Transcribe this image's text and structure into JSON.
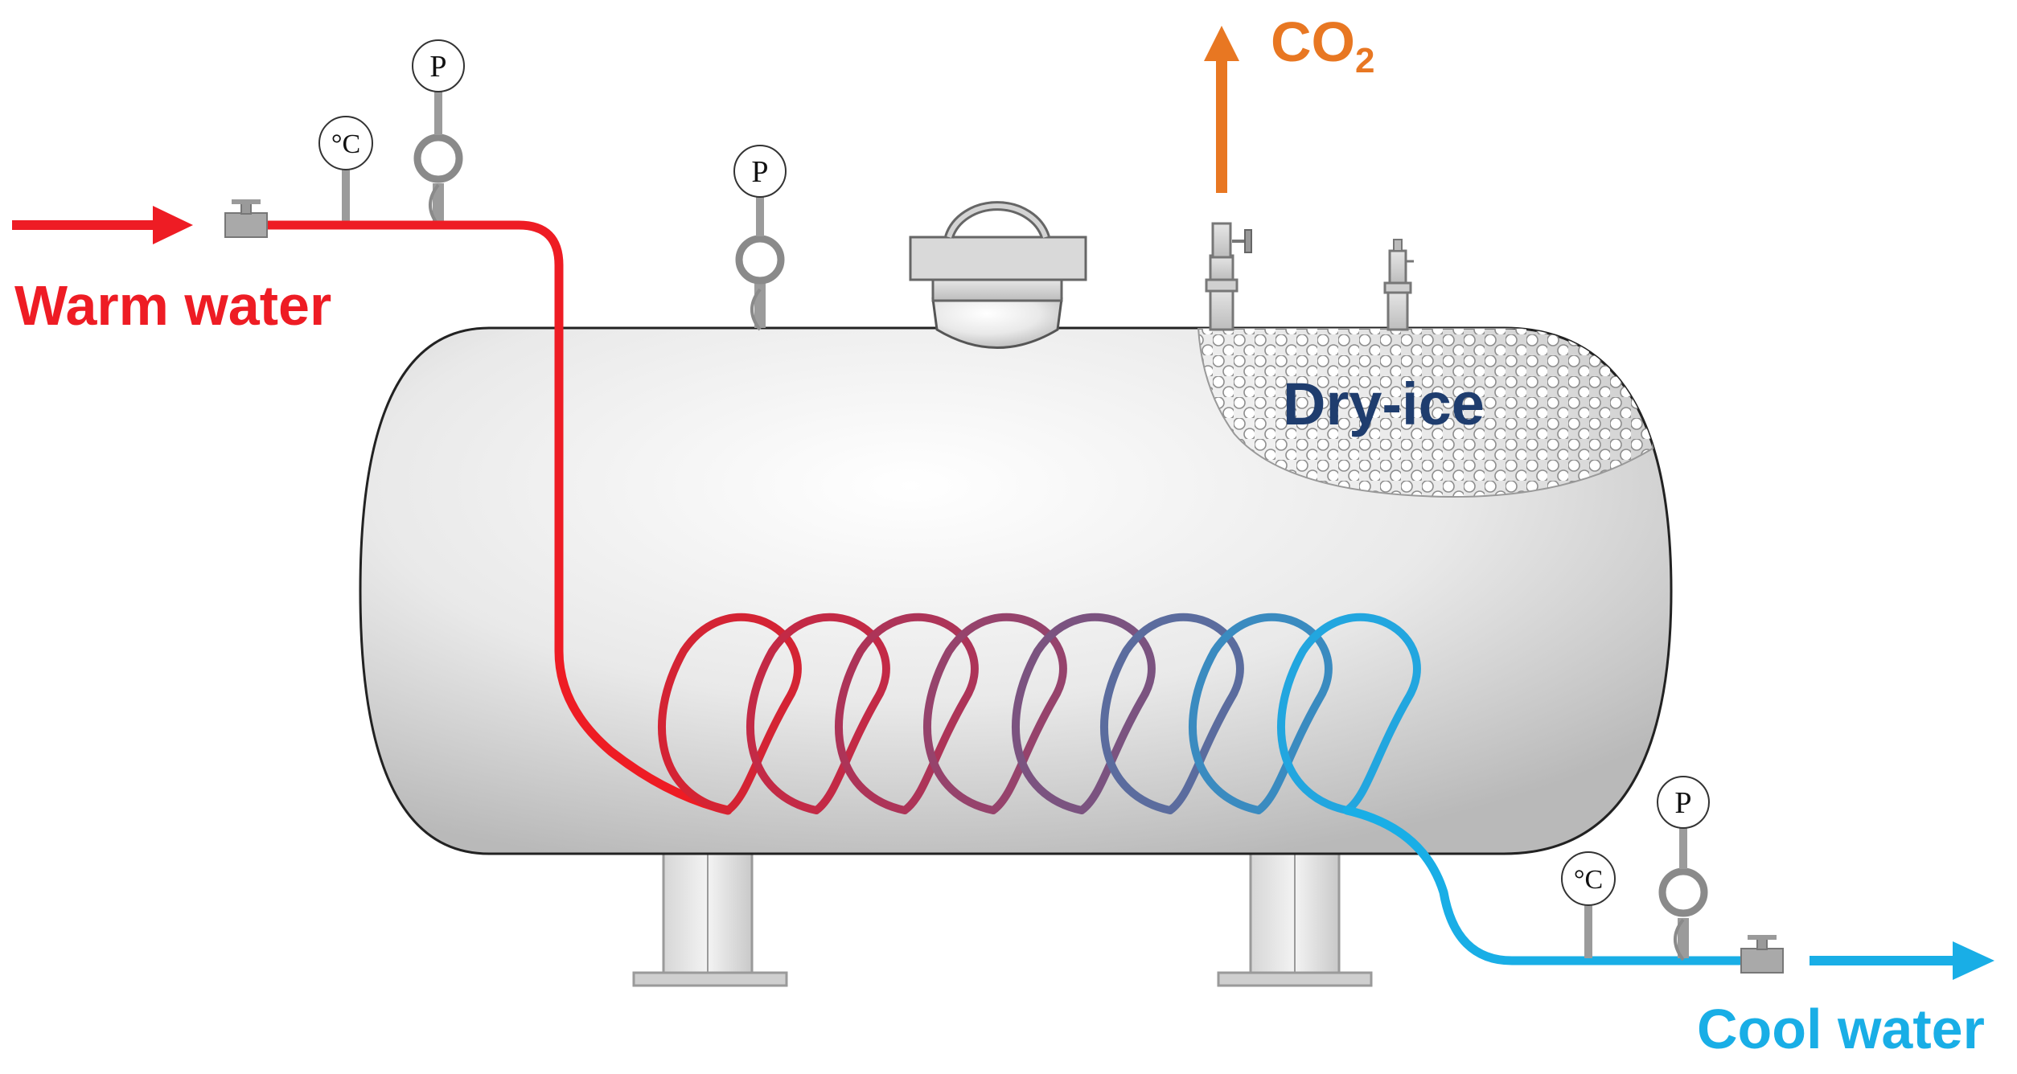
{
  "labels": {
    "warm_water": "Warm water",
    "cool_water": "Cool water",
    "co2_main": "CO",
    "co2_sub": "2",
    "dry_ice": "Dry-ice"
  },
  "instruments": {
    "pressure_symbol": "P",
    "temperature_symbol": "°C"
  },
  "colors": {
    "warm": "#ee1c24",
    "cool": "#19aee6",
    "co2": "#e87722",
    "dry_ice_text": "#1f3d6e",
    "tank_outline": "#222222",
    "fitting_gray": "#bcbcbc"
  },
  "icons": {
    "warm_inflow_arrow": "arrow-right",
    "cool_outflow_arrow": "arrow-right",
    "co2_vent_arrow": "arrow-up"
  }
}
